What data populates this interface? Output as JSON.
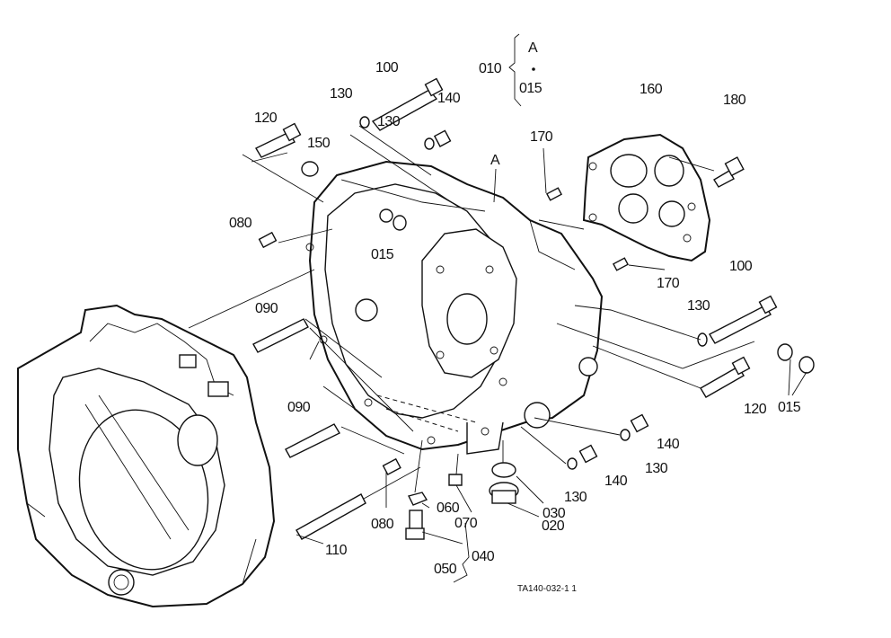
{
  "callouts": {
    "c010": "010",
    "cA_top": "A",
    "c015_top": "015",
    "c100_top": "100",
    "c130_top1": "130",
    "c130_top2": "130",
    "c140_top": "140",
    "c120_top": "120",
    "c150": "150",
    "c160": "160",
    "c180": "180",
    "c170_top": "170",
    "cA_mid": "A",
    "c080_top": "080",
    "c015_mid": "015",
    "c170_mid": "170",
    "c100_right": "100",
    "c130_right": "130",
    "c090_top": "090",
    "c120_right": "120",
    "c015_right": "015",
    "c090_bottom": "090",
    "c140_r1": "140",
    "c130_r1": "130",
    "c140_r2": "140",
    "c130_r2": "130",
    "c030": "030",
    "c020": "020",
    "c060": "060",
    "c070": "070",
    "c080_bottom": "080",
    "c110": "110",
    "c040": "040",
    "c050": "050"
  },
  "figure_code": "TA140-032-1 1"
}
